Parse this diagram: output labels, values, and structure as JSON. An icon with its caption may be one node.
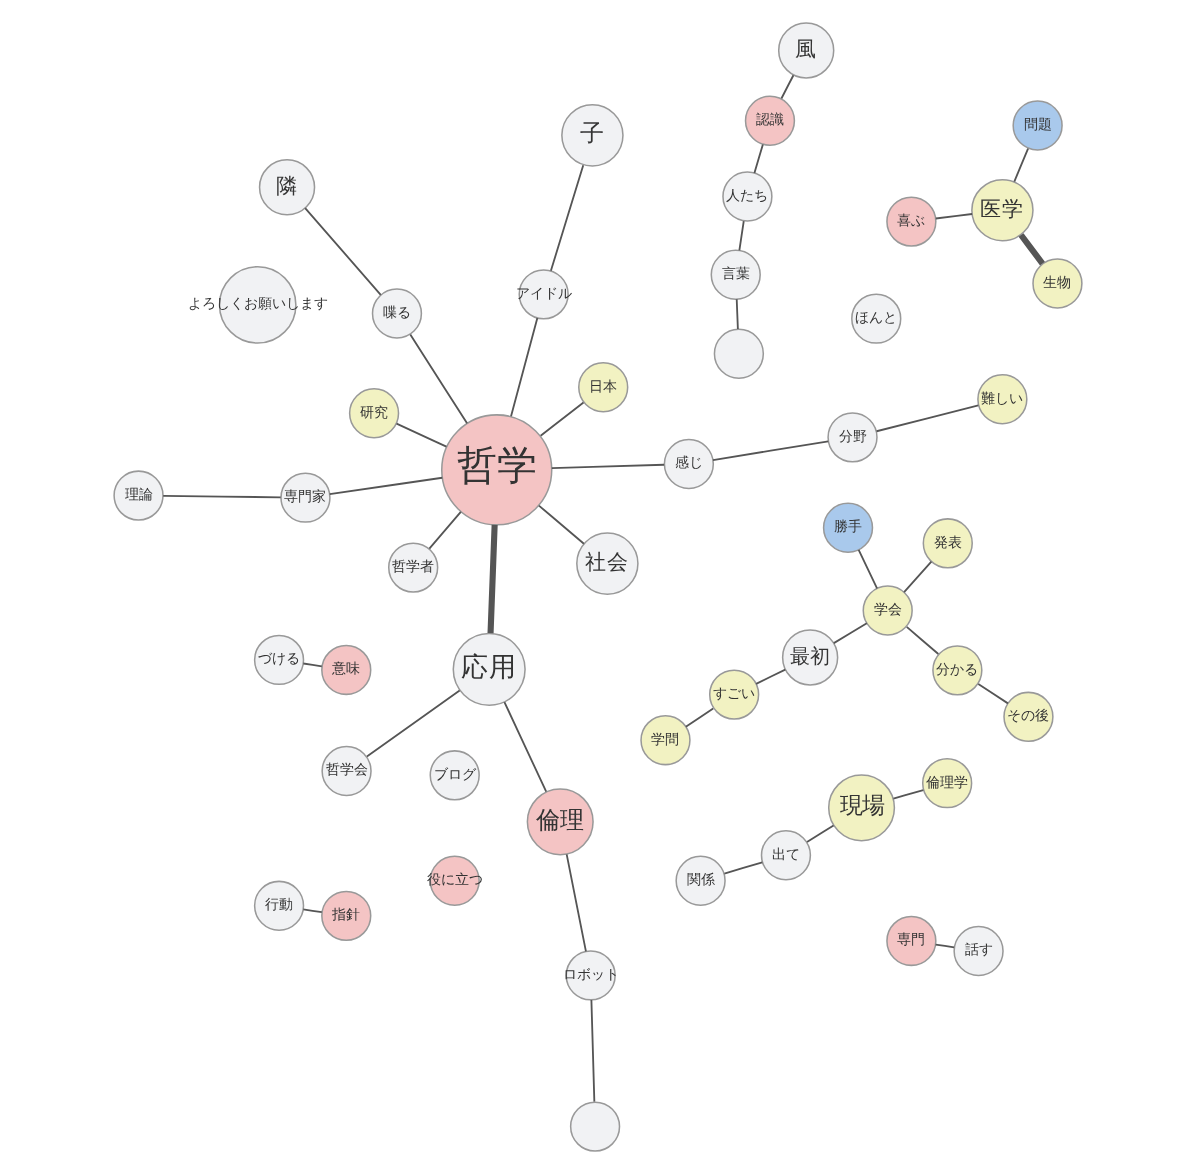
{
  "diagram": {
    "nodes": [
      {
        "text": [
          "よろしくお願いします"
        ]
      },
      {
        "text": [
          "づける"
        ]
      },
      {
        "text": [
          "行動"
        ]
      },
      {
        "text": [
          "理論"
        ]
      },
      {
        "text": [
          "子"
        ]
      },
      {
        "text": [
          "意味"
        ]
      },
      {
        "text": [
          "指針"
        ]
      },
      {
        "text": [
          "ブログ"
        ]
      },
      {
        "text": [
          "専門家"
        ]
      },
      {
        "text": [
          "アイドル"
        ]
      },
      {
        "text": [
          "専門"
        ]
      },
      {
        "text": [
          "倫理"
        ]
      },
      {
        "text": [
          "研究"
        ]
      },
      {
        "text": [
          "応用"
        ]
      },
      {
        "text": [
          "社会"
        ]
      },
      {
        "text": [],
        "shape": "circle"
      },
      {
        "text": [
          "話す"
        ]
      },
      {
        "text": [
          "すごい"
        ]
      },
      {
        "text": [
          "発表"
        ]
      },
      {
        "text": [
          "学問"
        ]
      },
      {
        "text": [
          "ロボット"
        ]
      },
      {
        "text": [
          "哲学会"
        ]
      },
      {
        "text": [
          "哲学"
        ]
      },
      {
        "text": [
          "関係"
        ]
      },
      {
        "text": [
          "勝手"
        ]
      },
      {
        "text": [
          "最初"
        ]
      },
      {
        "text": [
          "学会"
        ]
      },
      {
        "text": [
          "感じ"
        ]
      },
      {
        "text": [
          "日本"
        ]
      },
      {
        "text": [
          "倫理学"
        ]
      },
      {
        "text": [
          "出て"
        ]
      },
      {
        "text": [
          "現場"
        ]
      },
      {
        "text": [
          "喋る"
        ]
      },
      {
        "text": [
          "哲学者"
        ]
      },
      {
        "text": [
          "喜ぶ"
        ]
      },
      {
        "text": [
          "言葉"
        ]
      },
      {
        "text": [],
        "shape": "circle"
      },
      {
        "text": [
          "ほんと"
        ]
      },
      {
        "text": [
          "人たち"
        ]
      },
      {
        "text": [
          "分野"
        ]
      },
      {
        "text": [
          "分かる"
        ]
      },
      {
        "text": [
          "認識"
        ]
      },
      {
        "text": [
          "風"
        ]
      },
      {
        "text": [
          "隣"
        ]
      },
      {
        "text": [
          "医学"
        ]
      },
      {
        "text": [
          "難しい"
        ]
      },
      {
        "text": [
          "その後"
        ]
      },
      {
        "text": [
          "役に立つ"
        ]
      },
      {
        "text": [
          "生物"
        ]
      },
      {
        "text": [
          "問題"
        ]
      }
    ],
    "edges": [
      {
        "from": 1,
        "to": 5,
        "arrow": "none"
      },
      {
        "from": 2,
        "to": 6,
        "arrow": "none"
      },
      {
        "from": 3,
        "to": 8,
        "arrow": "none"
      },
      {
        "from": 8,
        "to": 22,
        "arrow": "none"
      },
      {
        "from": 4,
        "to": 9,
        "arrow": "none"
      },
      {
        "from": 9,
        "to": 22,
        "arrow": "none"
      },
      {
        "from": 14,
        "to": 22,
        "arrow": "none"
      },
      {
        "from": 10,
        "to": 16,
        "arrow": "none"
      },
      {
        "from": 11,
        "to": 13,
        "arrow": "none"
      },
      {
        "from": 11,
        "to": 20,
        "arrow": "none"
      },
      {
        "from": 15,
        "to": 20,
        "arrow": "none"
      },
      {
        "from": 13,
        "to": 22,
        "arrow": "none",
        "style": "thick"
      },
      {
        "from": 13,
        "to": 21,
        "arrow": "none"
      },
      {
        "from": 12,
        "to": 22,
        "arrow": "none"
      },
      {
        "from": 17,
        "to": 19,
        "arrow": "none"
      },
      {
        "from": 17,
        "to": 25,
        "arrow": "none"
      },
      {
        "from": 18,
        "to": 26,
        "arrow": "none"
      },
      {
        "from": 25,
        "to": 26,
        "arrow": "none"
      },
      {
        "from": 24,
        "to": 26,
        "arrow": "none"
      },
      {
        "from": 22,
        "to": 27,
        "arrow": "none"
      },
      {
        "from": 22,
        "to": 28,
        "arrow": "none"
      },
      {
        "from": 22,
        "to": 32,
        "arrow": "none"
      },
      {
        "from": 22,
        "to": 33,
        "arrow": "none"
      },
      {
        "from": 23,
        "to": 30,
        "arrow": "none"
      },
      {
        "from": 30,
        "to": 31,
        "arrow": "none"
      },
      {
        "from": 27,
        "to": 39,
        "arrow": "none"
      },
      {
        "from": 31,
        "to": 29,
        "arrow": "none"
      },
      {
        "from": 32,
        "to": 43,
        "arrow": "none"
      },
      {
        "from": 26,
        "to": 40,
        "arrow": "none"
      },
      {
        "from": 35,
        "to": 36,
        "arrow": "none"
      },
      {
        "from": 35,
        "to": 38,
        "arrow": "none"
      },
      {
        "from": 38,
        "to": 41,
        "arrow": "none"
      },
      {
        "from": 41,
        "to": 42,
        "arrow": "none"
      },
      {
        "from": 34,
        "to": 44,
        "arrow": "none"
      },
      {
        "from": 39,
        "to": 45,
        "arrow": "none"
      },
      {
        "from": 40,
        "to": 46,
        "arrow": "none"
      },
      {
        "from": 44,
        "to": 48,
        "arrow": "none",
        "style": "thick"
      },
      {
        "from": 44,
        "to": 49,
        "arrow": "none"
      }
    ]
  }
}
